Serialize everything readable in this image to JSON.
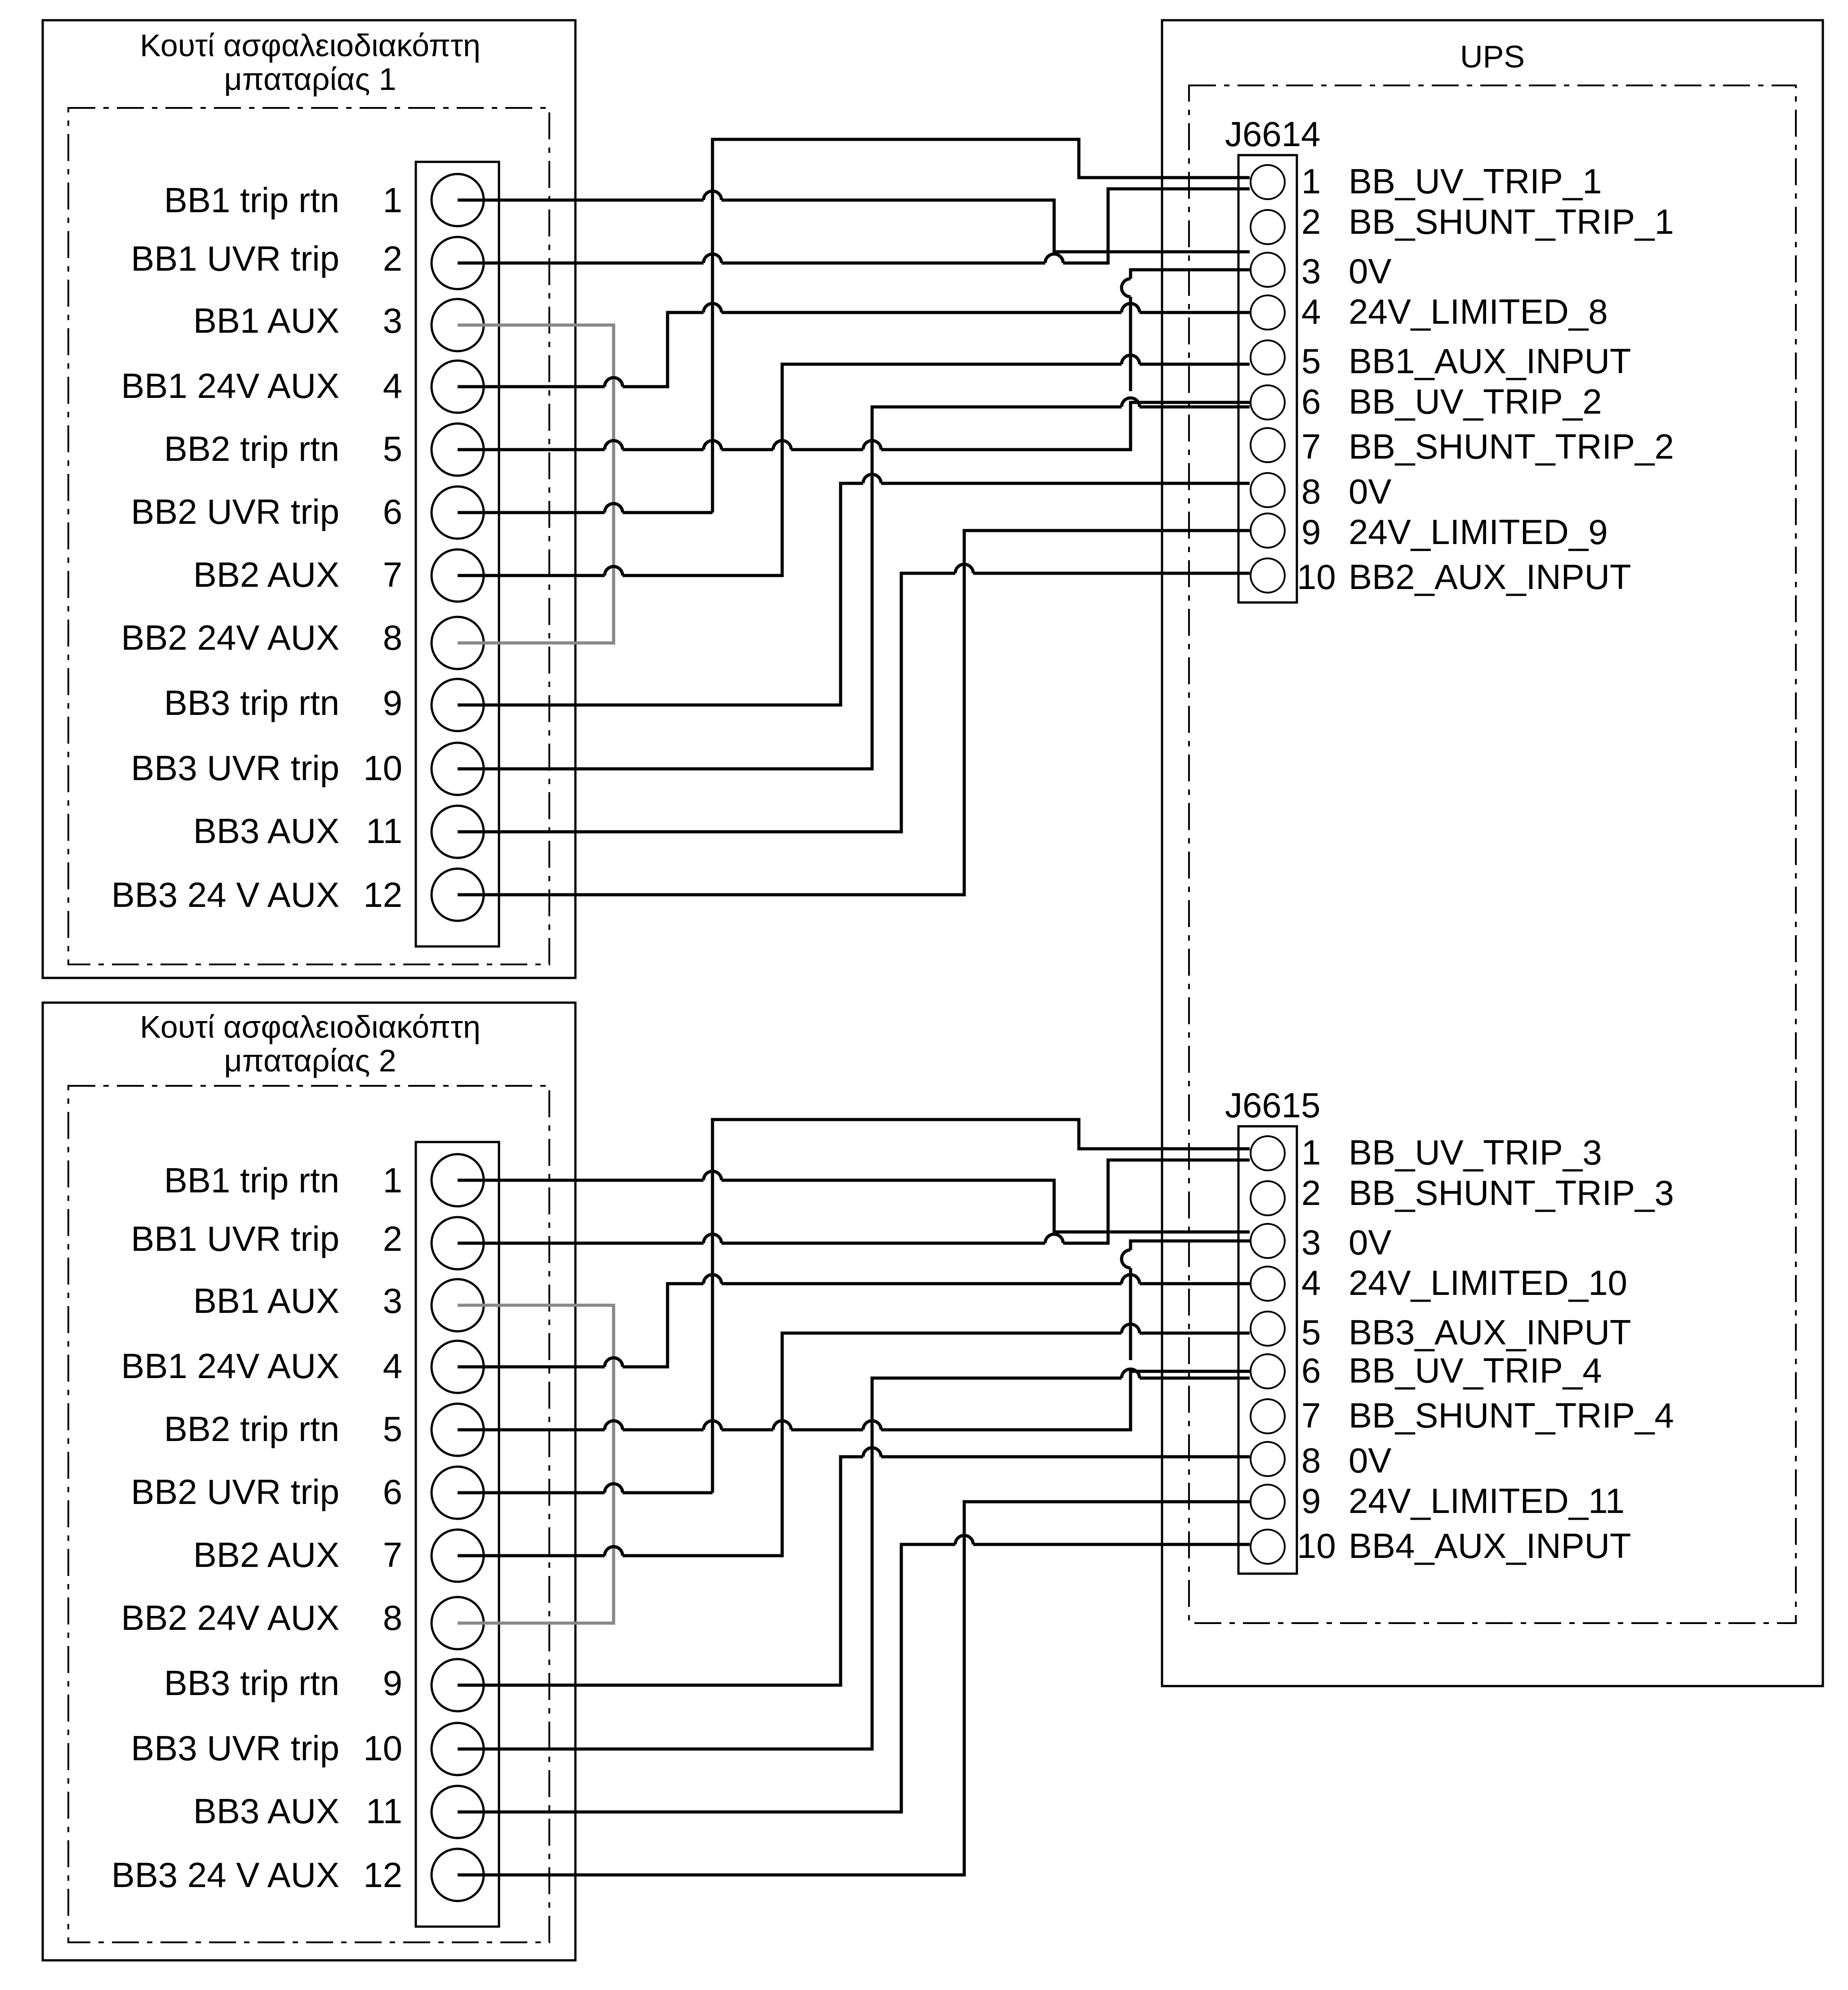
{
  "battery_boxes": [
    {
      "title_line1": "Κουτί ασφαλειοδιακόπτη",
      "title_line2": "μπαταρίας 1",
      "terminals": [
        {
          "label": "BB1 trip rtn",
          "num": "1"
        },
        {
          "label": "BB1 UVR trip",
          "num": "2"
        },
        {
          "label": "BB1 AUX",
          "num": "3"
        },
        {
          "label": "BB1 24V AUX",
          "num": "4"
        },
        {
          "label": "BB2 trip rtn",
          "num": "5"
        },
        {
          "label": "BB2 UVR trip",
          "num": "6"
        },
        {
          "label": "BB2 AUX",
          "num": "7"
        },
        {
          "label": "BB2 24V AUX",
          "num": "8"
        },
        {
          "label": "BB3 trip rtn",
          "num": "9"
        },
        {
          "label": "BB3 UVR trip",
          "num": "10"
        },
        {
          "label": "BB3 AUX",
          "num": "11"
        },
        {
          "label": "BB3 24 V AUX",
          "num": "12"
        }
      ]
    },
    {
      "title_line1": "Κουτί ασφαλειοδιακόπτη",
      "title_line2": "μπαταρίας 2",
      "terminals": [
        {
          "label": "BB1 trip rtn",
          "num": "1"
        },
        {
          "label": "BB1 UVR trip",
          "num": "2"
        },
        {
          "label": "BB1 AUX",
          "num": "3"
        },
        {
          "label": "BB1 24V AUX",
          "num": "4"
        },
        {
          "label": "BB2 trip rtn",
          "num": "5"
        },
        {
          "label": "BB2 UVR trip",
          "num": "6"
        },
        {
          "label": "BB2 AUX",
          "num": "7"
        },
        {
          "label": "BB2 24V AUX",
          "num": "8"
        },
        {
          "label": "BB3 trip rtn",
          "num": "9"
        },
        {
          "label": "BB3 UVR trip",
          "num": "10"
        },
        {
          "label": "BB3 AUX",
          "num": "11"
        },
        {
          "label": "BB3 24 V AUX",
          "num": "12"
        }
      ]
    }
  ],
  "ups": {
    "title": "UPS",
    "connectors": [
      {
        "name": "J6614",
        "pins": [
          {
            "num": "1",
            "signal": "BB_UV_TRIP_1"
          },
          {
            "num": "2",
            "signal": "BB_SHUNT_TRIP_1"
          },
          {
            "num": "3",
            "signal": "0V"
          },
          {
            "num": "4",
            "signal": "24V_LIMITED_8"
          },
          {
            "num": "5",
            "signal": "BB1_AUX_INPUT"
          },
          {
            "num": "6",
            "signal": "BB_UV_TRIP_2"
          },
          {
            "num": "7",
            "signal": "BB_SHUNT_TRIP_2"
          },
          {
            "num": "8",
            "signal": "0V"
          },
          {
            "num": "9",
            "signal": "24V_LIMITED_9"
          },
          {
            "num": "10",
            "signal": "BB2_AUX_INPUT"
          }
        ]
      },
      {
        "name": "J6615",
        "pins": [
          {
            "num": "1",
            "signal": "BB_UV_TRIP_3"
          },
          {
            "num": "2",
            "signal": "BB_SHUNT_TRIP_3"
          },
          {
            "num": "3",
            "signal": "0V"
          },
          {
            "num": "4",
            "signal": "24V_LIMITED_10"
          },
          {
            "num": "5",
            "signal": "BB3_AUX_INPUT"
          },
          {
            "num": "6",
            "signal": "BB_UV_TRIP_4"
          },
          {
            "num": "7",
            "signal": "BB_SHUNT_TRIP_4"
          },
          {
            "num": "8",
            "signal": "0V"
          },
          {
            "num": "9",
            "signal": "24V_LIMITED_11"
          },
          {
            "num": "10",
            "signal": "BB4_AUX_INPUT"
          }
        ]
      }
    ]
  },
  "connections": [
    {
      "from_terminal": 1,
      "to_pin": 3
    },
    {
      "from_terminal": 2,
      "to_pin": 1
    },
    {
      "from_terminal": 3,
      "to_terminal": 8,
      "jumper": true
    },
    {
      "from_terminal": 4,
      "to_pin": 4
    },
    {
      "from_terminal": 5,
      "to_pin": 6
    },
    {
      "from_terminal": 6,
      "to_pin": 1
    },
    {
      "from_terminal": 7,
      "to_pin": 5
    },
    {
      "from_terminal": 9,
      "to_pin": 8
    },
    {
      "from_terminal": 10,
      "to_pin": 6
    },
    {
      "from_terminal": 11,
      "to_pin": 10
    },
    {
      "from_terminal": 12,
      "to_pin": 9
    }
  ],
  "colors": {
    "line": "#000000",
    "jumper": "#888888",
    "background": "#ffffff"
  }
}
